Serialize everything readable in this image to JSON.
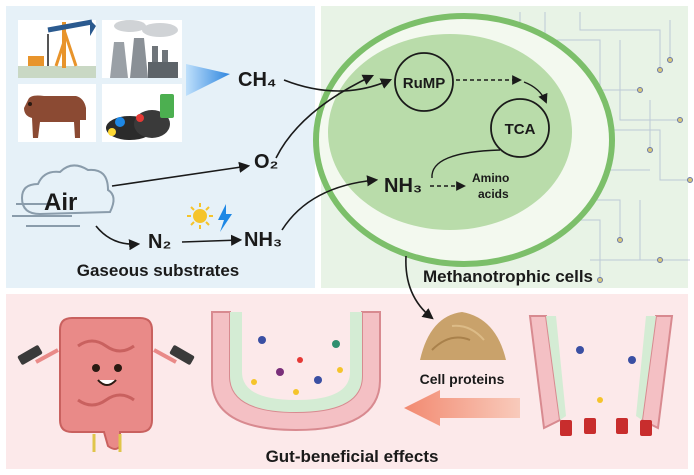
{
  "panels": {
    "gaseous_title": "Gaseous substrates",
    "methano_title": "Methanotrophic cells",
    "gut_title": "Gut-beneficial effects"
  },
  "labels": {
    "ch4": "CH₄",
    "o2": "O₂",
    "air": "Air",
    "n2": "N₂",
    "nh3_left": "NH₃",
    "nh3_cell": "NH₃",
    "rump": "RuMP",
    "tca": "TCA",
    "amino_line1": "Amino",
    "amino_line2": "acids",
    "cell_proteins": "Cell proteins"
  },
  "colors": {
    "panel_blue": "#e6f1f8",
    "panel_green": "#e8f3e6",
    "panel_pink": "#fce9ea",
    "cell_outer": "#7cbf6a",
    "cell_inner": "#b9dcaa",
    "arrow_salmon": "#f3a58f",
    "ch4_arrow": "#3b8fe0"
  },
  "icons": [
    "oil-pump-icon",
    "factory-icon",
    "cow-icon",
    "garbage-icon",
    "cloud-wind-icon",
    "sun-icon",
    "lightning-icon",
    "protein-powder-icon",
    "intestine-mascot-icon",
    "dumbbell-icon"
  ]
}
